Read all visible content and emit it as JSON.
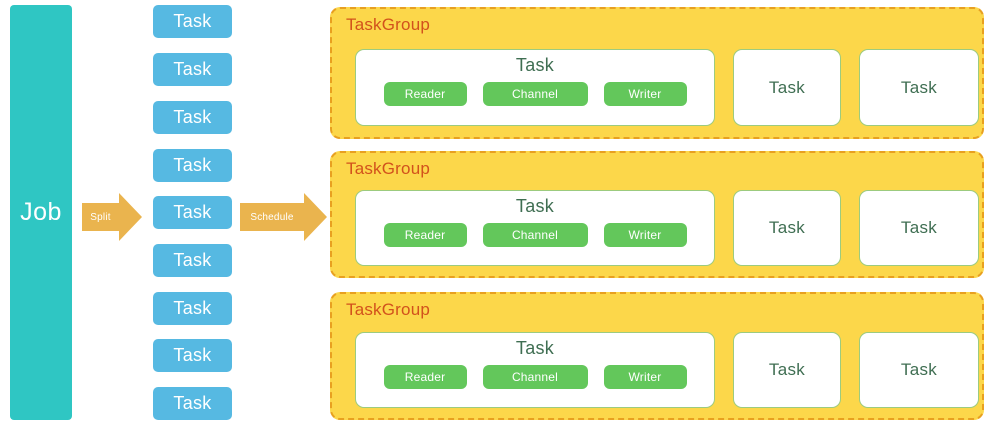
{
  "diagram": {
    "job": {
      "label": "Job"
    },
    "arrows": [
      {
        "name": "split",
        "label": "Split"
      },
      {
        "name": "schedule",
        "label": "Schedule"
      }
    ],
    "tasks_column": {
      "label": "Task",
      "count": 9,
      "items": [
        {
          "label": "Task"
        },
        {
          "label": "Task"
        },
        {
          "label": "Task"
        },
        {
          "label": "Task"
        },
        {
          "label": "Task"
        },
        {
          "label": "Task"
        },
        {
          "label": "Task"
        },
        {
          "label": "Task"
        },
        {
          "label": "Task"
        }
      ]
    },
    "task_groups": [
      {
        "title": "TaskGroup",
        "detailed_task": {
          "title": "Task",
          "stages": [
            {
              "label": "Reader"
            },
            {
              "label": "Channel"
            },
            {
              "label": "Writer"
            }
          ]
        },
        "other_tasks": [
          {
            "label": "Task"
          },
          {
            "label": "Task"
          }
        ]
      },
      {
        "title": "TaskGroup",
        "detailed_task": {
          "title": "Task",
          "stages": [
            {
              "label": "Reader"
            },
            {
              "label": "Channel"
            },
            {
              "label": "Writer"
            }
          ]
        },
        "other_tasks": [
          {
            "label": "Task"
          },
          {
            "label": "Task"
          }
        ]
      },
      {
        "title": "TaskGroup",
        "detailed_task": {
          "title": "Task",
          "stages": [
            {
              "label": "Reader"
            },
            {
              "label": "Channel"
            },
            {
              "label": "Writer"
            }
          ]
        },
        "other_tasks": [
          {
            "label": "Task"
          },
          {
            "label": "Task"
          }
        ]
      }
    ],
    "colors": {
      "job_teal": "#2fc6c3",
      "task_blue": "#56b9e2",
      "arrow_orange": "#eab44e",
      "group_yellow": "#fcd74a",
      "group_border": "#e8a020",
      "group_title": "#d2521c",
      "stage_green": "#63c75b",
      "card_border": "#9ccb7f",
      "card_text": "#3f6e52",
      "background": "#ffffff"
    }
  }
}
